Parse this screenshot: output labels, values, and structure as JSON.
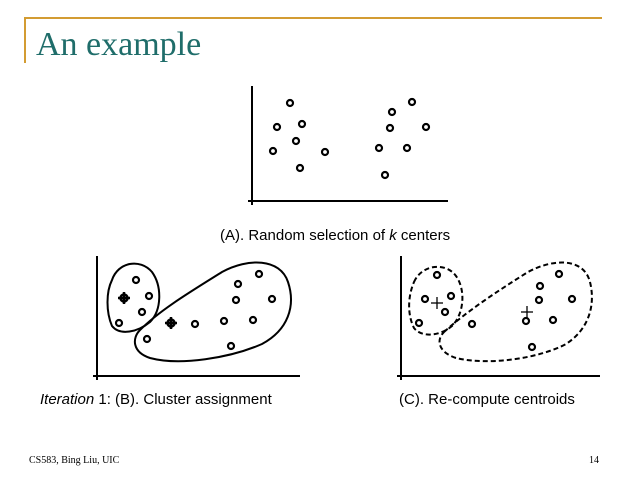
{
  "slide": {
    "title": "An example",
    "footer_left": "CS583, Bing Liu, UIC",
    "page_number": "14",
    "accent_color": "#d39c32",
    "title_color": "#1f6d6a"
  },
  "figures": {
    "a": {
      "caption_prefix": "(A). Random selection of ",
      "caption_italic": "k",
      "caption_suffix": " centers"
    },
    "b": {
      "caption_italic": "Iteration",
      "caption_rest": " 1:  (B). Cluster assignment"
    },
    "c": {
      "caption": "(C). Re-compute centroids"
    }
  }
}
